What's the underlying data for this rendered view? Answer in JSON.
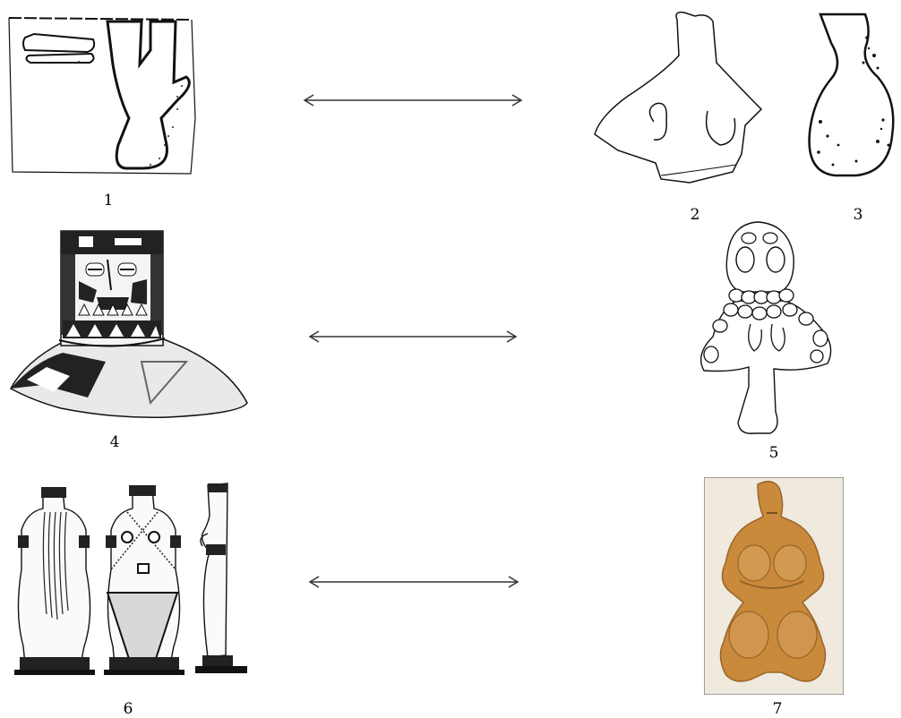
{
  "labels": {
    "fig1": "1",
    "fig2": "2",
    "fig3": "3",
    "fig4": "4",
    "fig5": "5",
    "fig6": "6",
    "fig7": "7"
  },
  "colors": {
    "ink": "#111111",
    "photo_bg": "#f2eee6",
    "clay": "#c98a3c",
    "clay_dark": "#9a6428"
  }
}
